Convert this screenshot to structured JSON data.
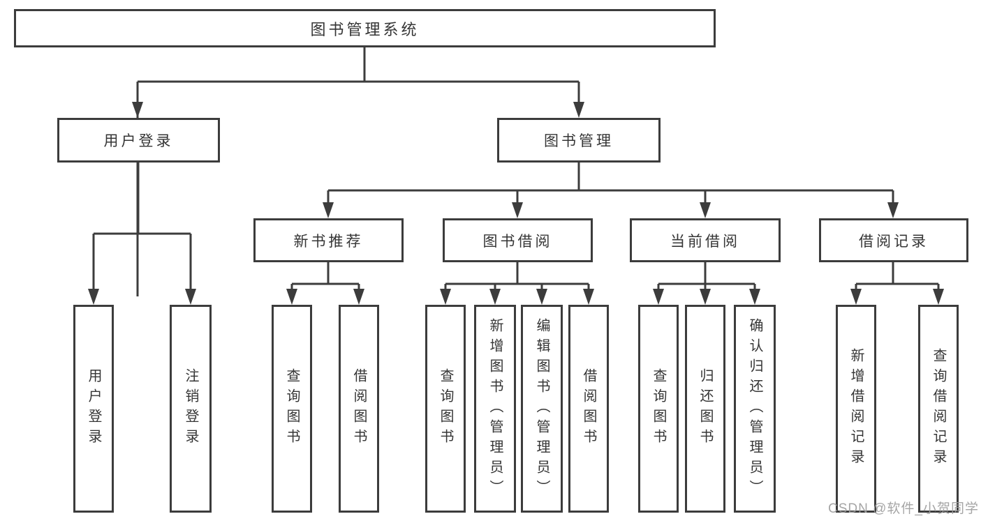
{
  "diagram": {
    "title": "图书管理系统",
    "branches": [
      {
        "label": "用户登录",
        "children": [
          {
            "label": "用户登录"
          },
          {
            "label": "注销登录"
          }
        ]
      },
      {
        "label": "图书管理",
        "groups": [
          {
            "label": "新书推荐",
            "children": [
              {
                "label": "查询图书"
              },
              {
                "label": "借阅图书"
              }
            ]
          },
          {
            "label": "图书借阅",
            "children": [
              {
                "label": "查询图书"
              },
              {
                "label": "新增图书（管理员）"
              },
              {
                "label": "编辑图书（管理员）"
              },
              {
                "label": "借阅图书"
              }
            ]
          },
          {
            "label": "当前借阅",
            "children": [
              {
                "label": "查询图书"
              },
              {
                "label": "归还图书"
              },
              {
                "label": "确认归还（管理员）"
              }
            ]
          },
          {
            "label": "借阅记录",
            "children": [
              {
                "label": "新增借阅记录"
              },
              {
                "label": "查询借阅记录"
              }
            ]
          }
        ]
      }
    ]
  },
  "watermark": "CSDN @软件_小贺同学",
  "colors": {
    "line": "#3c3c3c",
    "box_border": "#3c3c3c",
    "text": "#353535",
    "background": "#ffffff",
    "watermark": "#9e9e9e"
  }
}
